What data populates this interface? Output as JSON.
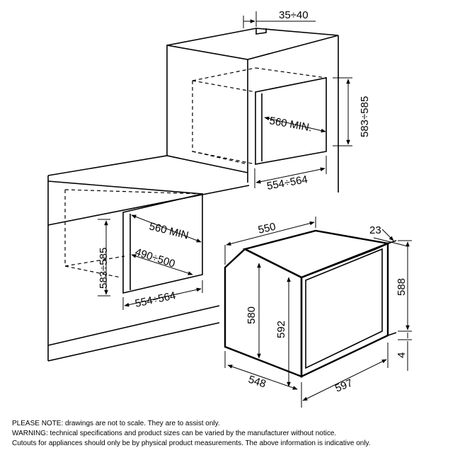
{
  "dimensions": {
    "top_gap": "35÷40",
    "upper_height": "583÷585",
    "upper_depth_min": "560 MIN.",
    "upper_width": "554÷564",
    "lower_height": "583÷585",
    "lower_depth_min": "560 MIN",
    "lower_inner_depth": "490÷500",
    "lower_width": "554÷564",
    "oven_depth": "550",
    "panel_thickness": "23",
    "front_height": "588",
    "bottom_gap": "4",
    "body_height": "580",
    "door_height": "592",
    "side_depth": "548",
    "front_width": "597"
  },
  "notes": {
    "line1": "PLEASE NOTE:  drawings are not to scale.  They are to assist only.",
    "line2": "WARNING:  technical specifications and product sizes can be varied by the manufacturer without notice.",
    "line3": "Cutouts for appliances should only be by physical product measurements.  The above information is indicative only."
  }
}
